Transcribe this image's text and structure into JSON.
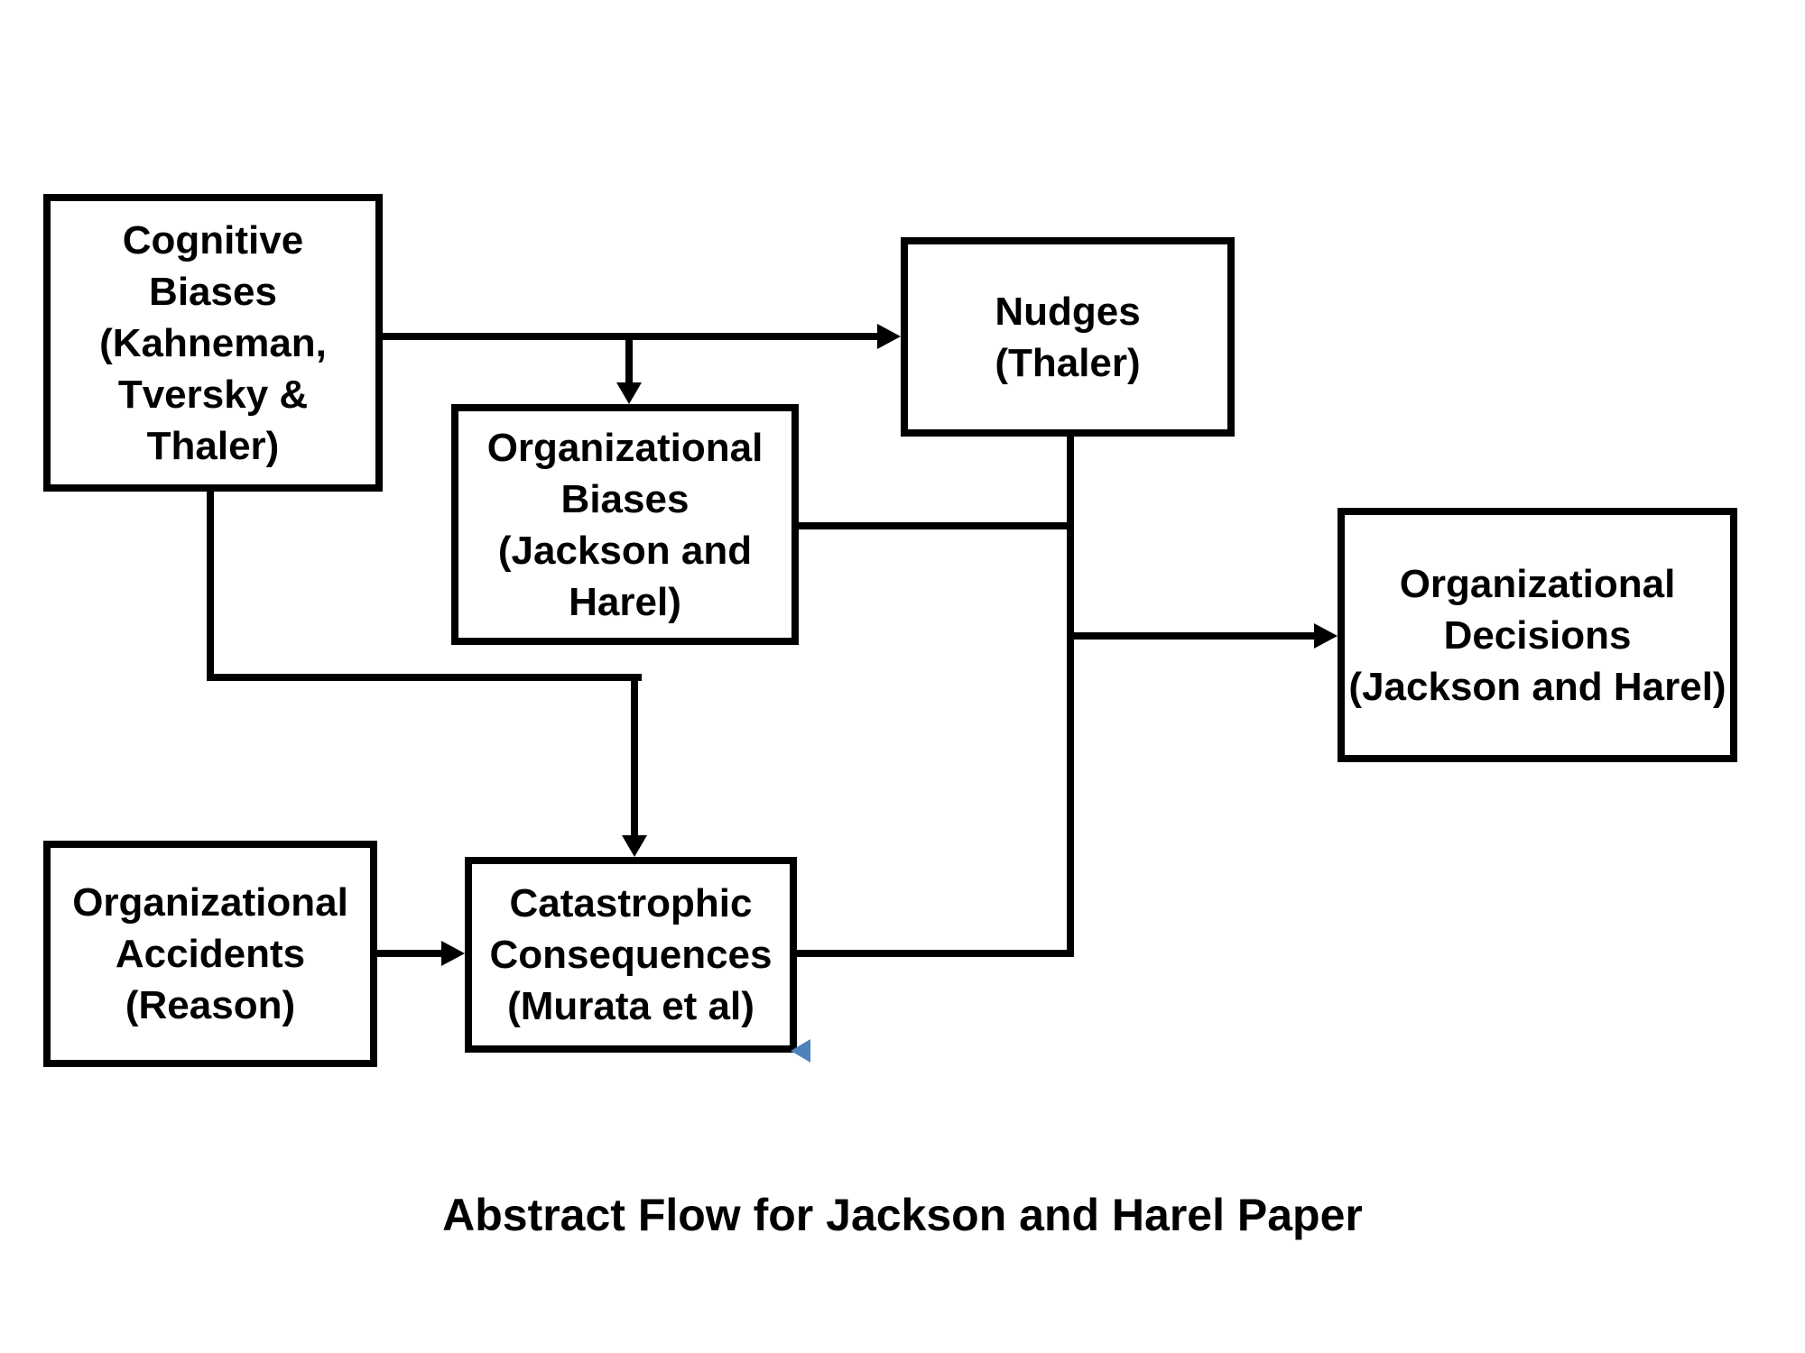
{
  "title": "Abstract Flow for Jackson and Harel Paper",
  "colors": {
    "line": "#000000",
    "box_fill": "#ffffff",
    "cursor_blue": "#4f81bd"
  },
  "boxes": {
    "cognitive_biases": {
      "label": "Cognitive\nBiases\n(Kahneman,\nTversky &\nThaler)"
    },
    "nudges": {
      "label": "Nudges\n(Thaler)"
    },
    "organizational_biases": {
      "label": "Organizational\nBiases\n(Jackson and\nHarel)"
    },
    "organizational_decisions": {
      "label": "Organizational\nDecisions\n(Jackson and Harel)"
    },
    "organizational_accidents": {
      "label": "Organizational\nAccidents\n(Reason)"
    },
    "catastrophic_consequences": {
      "label": "Catastrophic\nConsequences\n(Murata et al)"
    }
  },
  "edges": [
    {
      "from": "Cognitive Biases (Kahneman, Tversky & Thaler)",
      "to": "Nudges (Thaler)",
      "arrow": true
    },
    {
      "from": "Cognitive Biases (Kahneman, Tversky & Thaler)",
      "to": "Organizational Biases (Jackson and Harel)",
      "arrow": true
    },
    {
      "from": "Cognitive Biases (Kahneman, Tversky & Thaler)",
      "to": "Catastrophic Consequences (Murata et al)",
      "arrow": true
    },
    {
      "from": "Organizational Accidents (Reason)",
      "to": "Catastrophic Consequences (Murata et al)",
      "arrow": true
    },
    {
      "from": "Nudges (Thaler)",
      "to": "Organizational Decisions (Jackson and Harel)",
      "arrow": true
    },
    {
      "from": "Organizational Biases (Jackson and Harel)",
      "to": "Organizational Decisions (Jackson and Harel)",
      "arrow": true
    },
    {
      "from": "Catastrophic Consequences (Murata et al)",
      "to": "Organizational Decisions (Jackson and Harel)",
      "arrow": true
    }
  ],
  "icons": {
    "cursor": "blue-left-pointing-triangle"
  }
}
